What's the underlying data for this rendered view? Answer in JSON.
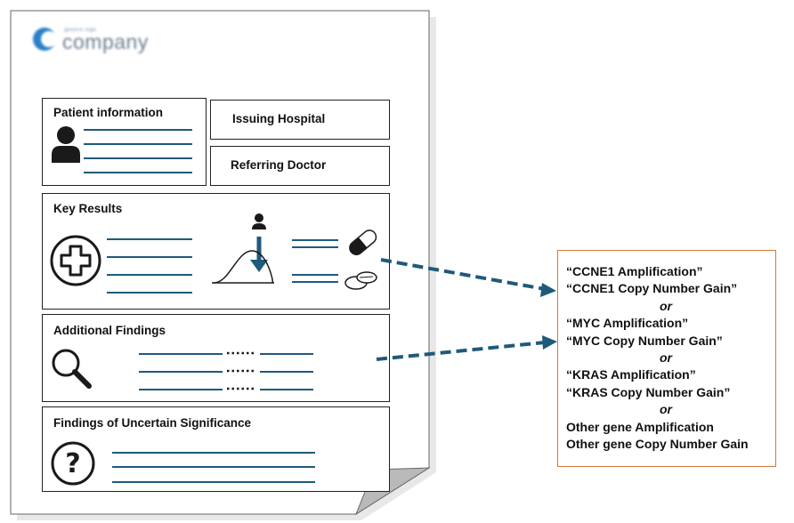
{
  "logo": {
    "small_text": "generic logo",
    "name": "company"
  },
  "panels": {
    "patient": {
      "title": "Patient information"
    },
    "hospital": {
      "title": "Issuing Hospital"
    },
    "doctor": {
      "title": "Referring Doctor"
    },
    "key_results": {
      "title": "Key Results"
    },
    "additional": {
      "title": "Additional Findings"
    },
    "uncertain": {
      "title": "Findings of Uncertain Significance"
    }
  },
  "callout": {
    "lines": [
      {
        "text": "“CCNE1 Amplification”",
        "kind": "item"
      },
      {
        "text": "“CCNE1 Copy Number Gain”",
        "kind": "item"
      },
      {
        "text": "or",
        "kind": "sep"
      },
      {
        "text": "“MYC Amplification”",
        "kind": "item"
      },
      {
        "text": "“MYC Copy Number Gain”",
        "kind": "item"
      },
      {
        "text": "or",
        "kind": "sep"
      },
      {
        "text": "“KRAS Amplification”",
        "kind": "item"
      },
      {
        "text": "“KRAS Copy Number Gain”",
        "kind": "item"
      },
      {
        "text": "or",
        "kind": "sep"
      },
      {
        "text": "Other gene Amplification",
        "kind": "item"
      },
      {
        "text": "Other gene Copy Number Gain",
        "kind": "item"
      }
    ]
  },
  "icons": {
    "patient": "person-icon",
    "key_results": "medical-cross-icon",
    "distribution": "bell-curve-icon",
    "capsule": "capsule-icon",
    "tablets": "tablets-icon",
    "search": "magnifier-icon",
    "uncertain": "question-mark-icon"
  },
  "colors": {
    "line": "#1f5a7a",
    "arrow": "#1f5a7a",
    "callout_border": "#d07a3c",
    "page_border": "#555555"
  }
}
